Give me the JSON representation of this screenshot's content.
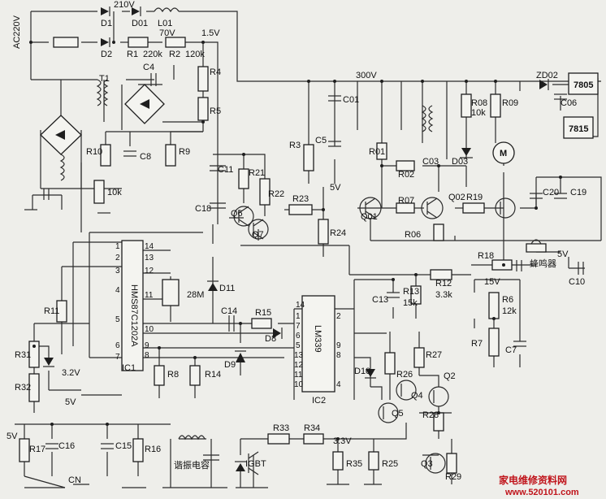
{
  "supply": {
    "mains": "AC220V",
    "rail_210": "210V",
    "rail_70": "70V",
    "rail_1v5": "1.5V",
    "rail_300": "300V",
    "rail_5v_a": "5V",
    "rail_5v_b": "5V",
    "rail_5v_c": "5V",
    "rail_5v_d": "5V",
    "rail_15v": "15V",
    "rail_3v2": "3.2V",
    "rail_3v3": "3.3V"
  },
  "components": {
    "D1": "D1",
    "D01": "D01",
    "L01": "L01",
    "D2": "D2",
    "R1": "R1",
    "R1_val": "220k",
    "R2": "R2",
    "R2_val": "120k",
    "C4": "C4",
    "T1": "T1",
    "R4": "R4",
    "R5": "R5",
    "R10": "R10",
    "C8": "C8",
    "R9": "R9",
    "POT": "10k",
    "R3": "R3",
    "C01": "C01",
    "C5": "C5",
    "C11": "C11",
    "R21": "R21",
    "R22": "R22",
    "C18": "C18",
    "Q6": "Q6",
    "Q7": "Q7",
    "R23": "R23",
    "R24": "R24",
    "R01": "R01",
    "R02": "R02",
    "Q01": "Q01",
    "R07": "R07",
    "Q02": "Q02",
    "R06": "R06",
    "R08": "R08",
    "R08_val": "10k",
    "R09": "R09",
    "C03": "C03",
    "D03": "D03",
    "ZD02": "ZD02",
    "C06": "C06",
    "U7805": "7805",
    "U7815": "7815",
    "M": "M",
    "R19": "R19",
    "C20": "C20",
    "C19": "C19",
    "IC1": "IC1",
    "IC1_part": "HMS87C1202A",
    "pin14": "14",
    "pin13": "13",
    "pin12": "12",
    "pin11": "11",
    "pin1": "1",
    "pin2": "2",
    "pin3": "3",
    "pin4": "4",
    "pin5": "5",
    "pin6": "6",
    "pin7": "7",
    "pin8": "8",
    "pin9": "9",
    "pin10": "10",
    "XTAL": "28M",
    "D11": "D11",
    "R11": "R11",
    "R31": "R31",
    "R32": "R32",
    "C14": "C14",
    "R15": "R15",
    "D8": "D8",
    "D9": "D9",
    "R8": "R8",
    "R14": "R14",
    "IC2": "IC2",
    "IC2_part": "LM339",
    "p14": "14",
    "p1": "1",
    "p7": "7",
    "p6": "6",
    "p5": "5",
    "p13": "13",
    "p12": "12",
    "p11": "11",
    "p10": "10",
    "p2": "2",
    "p9": "9",
    "p8": "8",
    "p4": "4",
    "D10": "D10",
    "C13": "C13",
    "R13": "R13",
    "R13_val": "15k",
    "R12": "R12",
    "R12_val": "3.3k",
    "R18": "R18",
    "BUZZER": "蜂鸣器",
    "C10": "C10",
    "R6": "R6",
    "R6_val": "12k",
    "R7": "R7",
    "C7": "C7",
    "R27": "R27",
    "R26": "R26",
    "Q2": "Q2",
    "Q4": "Q4",
    "Q5": "Q5",
    "R28": "R28",
    "Q3": "Q3",
    "R29": "R29",
    "R17": "R17",
    "C16": "C16",
    "C15": "C15",
    "R16": "R16",
    "RESCAP": "谐振电容",
    "IGBT": "IGBT",
    "R33": "R33",
    "R34": "R34",
    "R35": "R35",
    "R25": "R25",
    "CN": "CN"
  },
  "watermark": {
    "cn": "家电维修资料网",
    "url": "www.520101.com"
  }
}
